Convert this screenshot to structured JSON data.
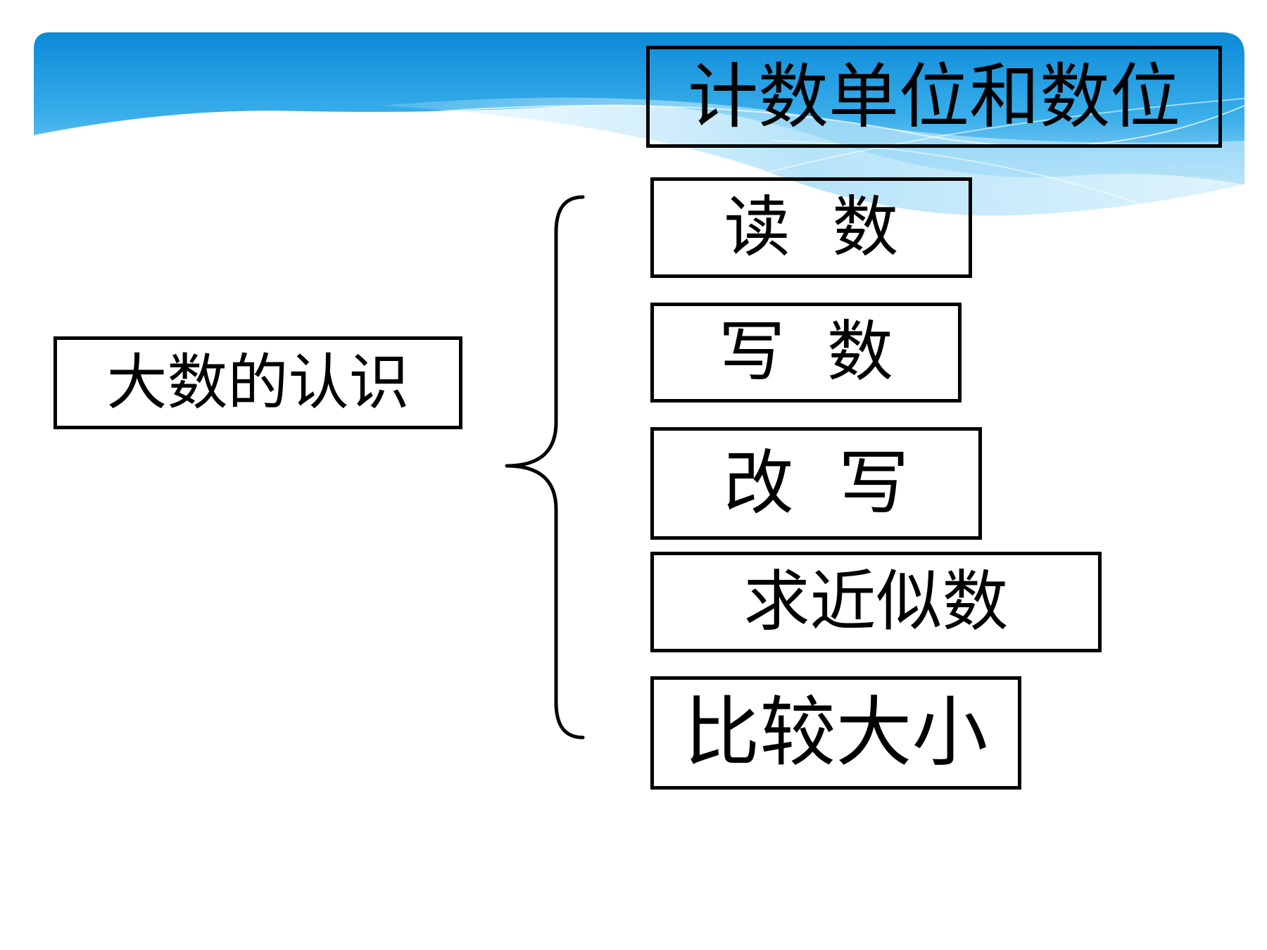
{
  "diagram": {
    "root": {
      "label": "大数的认识"
    },
    "branches": [
      {
        "label": "计数单位和数位"
      },
      {
        "label": "读  数"
      },
      {
        "label": "写  数"
      },
      {
        "label": "改  写"
      },
      {
        "label": "求近似数"
      },
      {
        "label": "比较大小"
      }
    ]
  },
  "colors": {
    "band_top": "#0d8fdc",
    "band_light": "#8fd0f4",
    "border": "#000000"
  },
  "icons": {
    "connector": "curly-brace"
  }
}
